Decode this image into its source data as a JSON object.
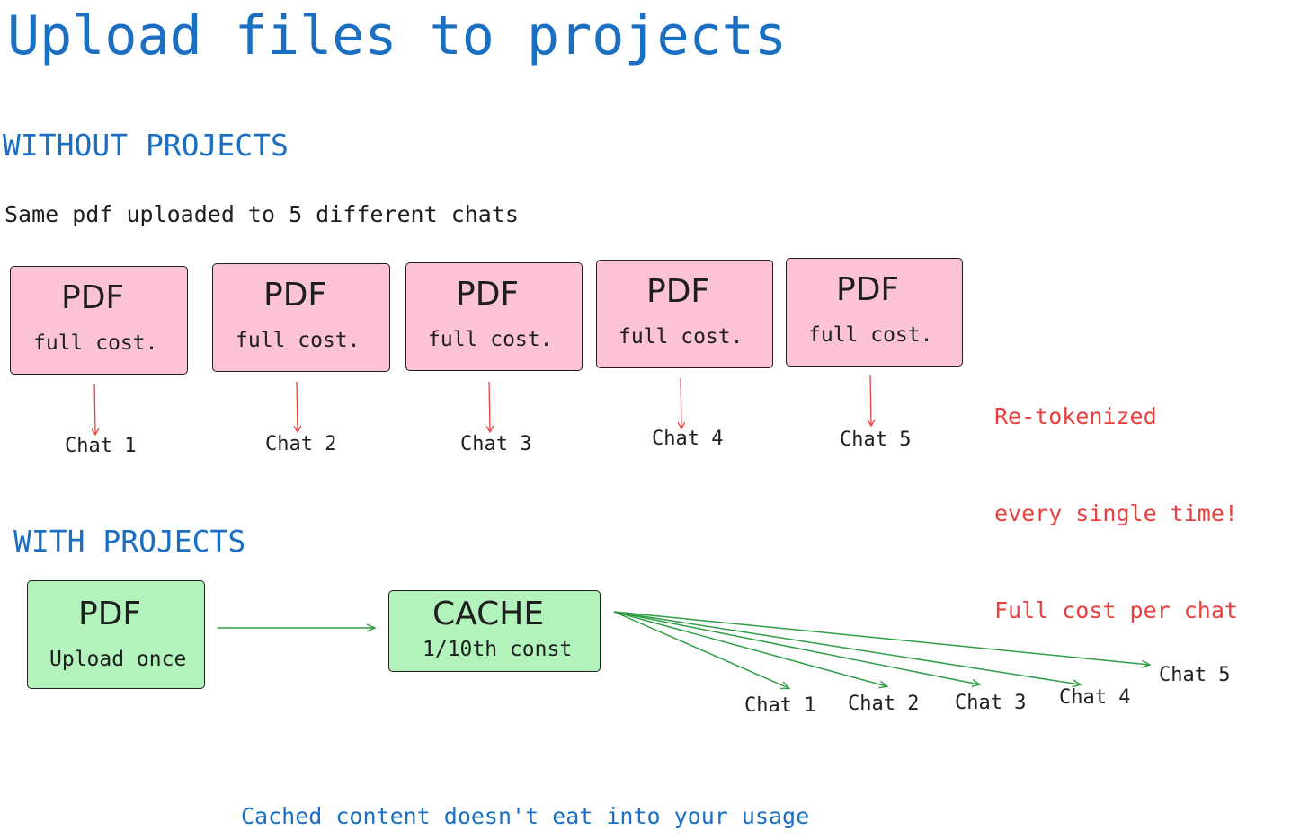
{
  "title": "Upload files to projects",
  "without": {
    "heading": "WITHOUT PROJECTS",
    "description": "Same pdf uploaded to 5 different chats",
    "boxes": [
      {
        "label": "PDF",
        "sub": "full cost.",
        "chat": "Chat 1"
      },
      {
        "label": "PDF",
        "sub": "full cost.",
        "chat": "Chat 2"
      },
      {
        "label": "PDF",
        "sub": "full cost.",
        "chat": "Chat 3"
      },
      {
        "label": "PDF",
        "sub": "full cost.",
        "chat": "Chat 4"
      },
      {
        "label": "PDF",
        "sub": "full cost.",
        "chat": "Chat 5"
      }
    ],
    "note_lines": [
      "Re-tokenized",
      "every single time!",
      "Full cost per chat"
    ]
  },
  "with": {
    "heading": "WITH PROJECTS",
    "pdf": {
      "label": "PDF",
      "sub": "Upload once"
    },
    "cache": {
      "label": "CACHE",
      "sub": "1/10th const"
    },
    "chats": [
      "Chat 1",
      "Chat 2",
      "Chat 3",
      "Chat 4",
      "Chat 5"
    ]
  },
  "footer": "Cached content doesn't eat into your usage",
  "colors": {
    "heading": "#1a6fc2",
    "note": "#e8403e",
    "pink_fill": "#fbc2d8",
    "green_fill": "#b2f2bb",
    "red_arrow": "#e8403e",
    "green_arrow": "#2f9e44"
  }
}
